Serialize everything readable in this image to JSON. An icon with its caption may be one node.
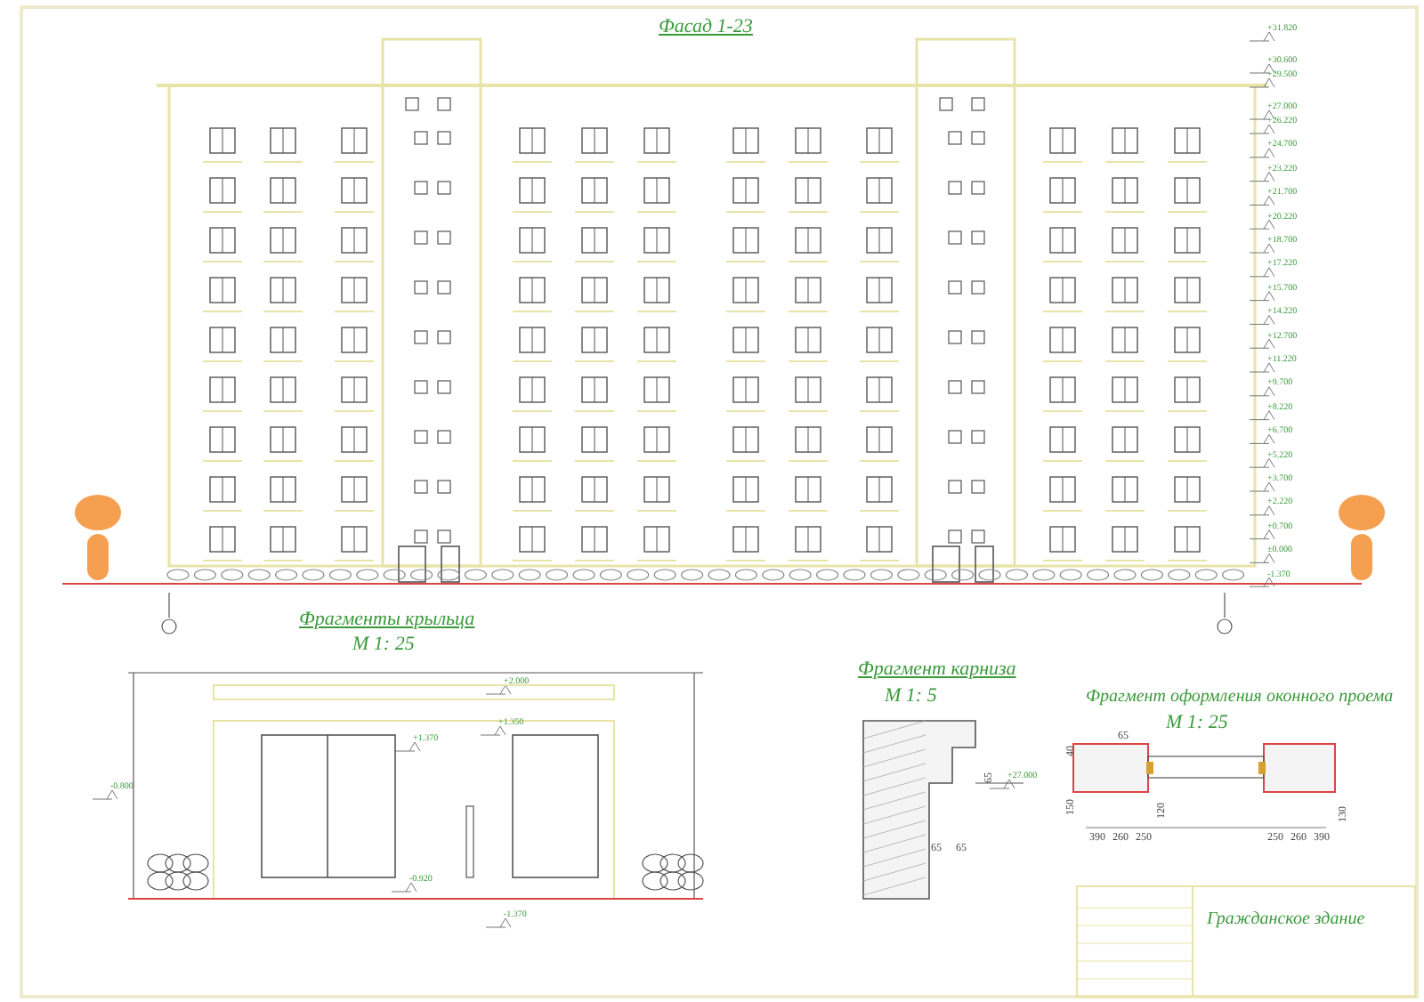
{
  "diagram": {
    "title": "Фасад 1-23",
    "labels": [
      "+31.820",
      "+30.600",
      "+29.500",
      "+27.000",
      "+26.220",
      "+24.700",
      "+23.220",
      "+21.700",
      "+20.220",
      "+18.700",
      "+17.220",
      "+15.700",
      "+14.220",
      "+12.700",
      "+11.220",
      "+9.700",
      "+8.220",
      "+6.700",
      "+5.220",
      "+3.700",
      "+2.220",
      "+0.700",
      "±0.000",
      "-1.370",
      "Фрагменты крыльца",
      "М 1: 25",
      "+2.000",
      "+1.350",
      "+1.370",
      "-0.800",
      "-0.920",
      "-1.370",
      "Фрагмент карниза",
      "М 1: 5",
      "+27.000",
      "65",
      "65",
      "65",
      "Фрагмент оформления оконного проема",
      "М 1: 25",
      "40",
      "65",
      "150",
      "120",
      "390",
      "260",
      "250",
      "250",
      "260",
      "390",
      "130",
      "Гражданское здание"
    ]
  }
}
